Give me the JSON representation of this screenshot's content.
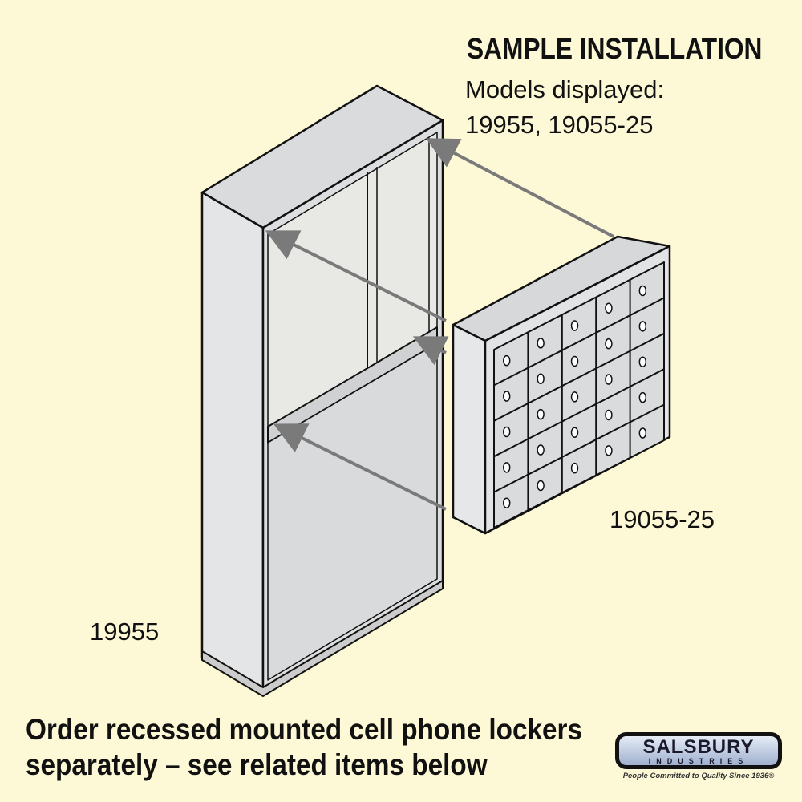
{
  "heading": "SAMPLE INSTALLATION",
  "models_label": "Models displayed:",
  "models_list": "19955, 19055-25",
  "label_locker": "19055-25",
  "label_cabinet": "19955",
  "note_line1": "Order recessed mounted cell phone lockers",
  "note_line2": "separately – see related items below",
  "logo": {
    "name": "SALSBURY",
    "sub": "INDUSTRIES",
    "tagline": "People Committed to Quality Since 1936®"
  },
  "locker_grid": {
    "columns": 5,
    "rows": 5,
    "doors": 25
  },
  "colors": {
    "background": "#fdf8d6",
    "metal": "#dfe1e2",
    "outline": "#111111",
    "arrow": "#7a7a7a"
  }
}
